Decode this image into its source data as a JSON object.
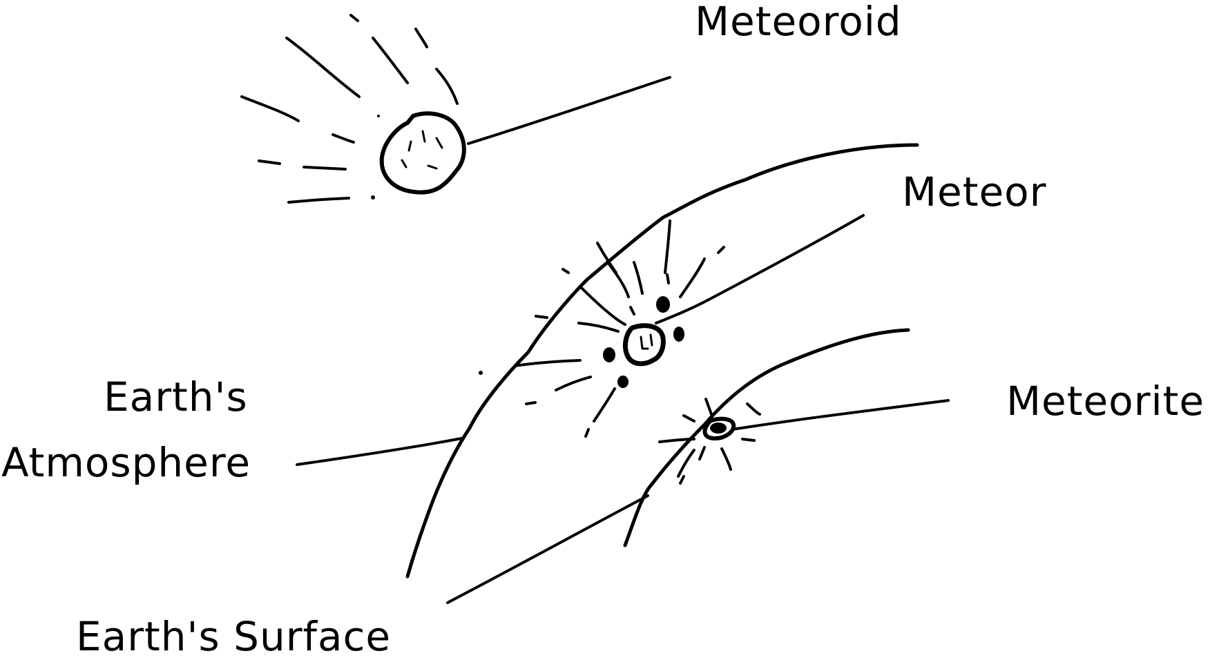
{
  "labels": {
    "meteoroid": "Meteoroid",
    "meteor": "Meteor",
    "meteorite": "Meteorite",
    "atmosphere_line1": "Earth's",
    "atmosphere_line2": "Atmosphere",
    "surface": "Earth's Surface"
  },
  "colors": {
    "ink": "#000000",
    "background": "#ffffff"
  }
}
